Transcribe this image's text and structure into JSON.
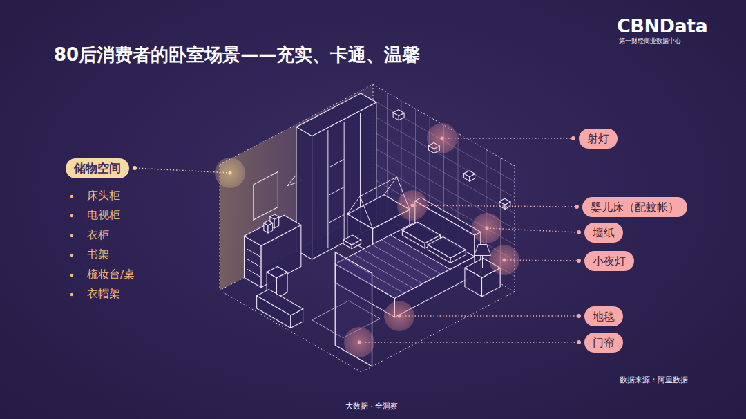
{
  "diagram": {
    "title": "80后消费者的卧室场景——充实、卡通、温馨",
    "nodes": [
      {
        "text": [
          "储物空间"
        ]
      },
      {
        "text": [
          "射灯"
        ]
      },
      {
        "text": [
          "婴儿床（配蚊帐）"
        ]
      },
      {
        "text": [
          "墙纸"
        ]
      },
      {
        "text": [
          "小夜灯"
        ]
      },
      {
        "text": [
          "地毯"
        ]
      },
      {
        "text": [
          "门帘"
        ]
      }
    ],
    "labels": [
      "CBNData",
      "第一财经商业数据中心",
      "床头柜",
      "电视柜",
      "衣柜",
      "书架",
      "梳妆台/桌",
      "衣帽架",
      "数据来源：阿里数据",
      "大数据 · 全洞察"
    ]
  }
}
